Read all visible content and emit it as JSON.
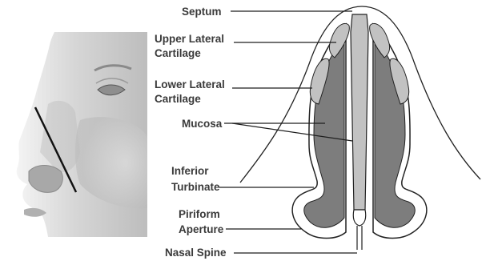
{
  "labels": {
    "septum": "Septum",
    "upper_lateral_1": "Upper Lateral",
    "upper_lateral_2": "Cartilage",
    "lower_lateral_1": "Lower Lateral",
    "lower_lateral_2": "Cartilage",
    "mucosa": "Mucosa",
    "inferior_1": "Inferior",
    "inferior_2": "Turbinate",
    "piriform_1": "Piriform",
    "piriform_2": "Aperture",
    "nasal_spine": "Nasal Spine"
  },
  "colors": {
    "label_text": "#3a3a3a",
    "leader_line": "#1f1f1f",
    "tissue_dark": "#7d7d7d",
    "cartilage_light": "#c2c2c2",
    "outline": "#222222",
    "face_shade": "#cfcfcf"
  }
}
